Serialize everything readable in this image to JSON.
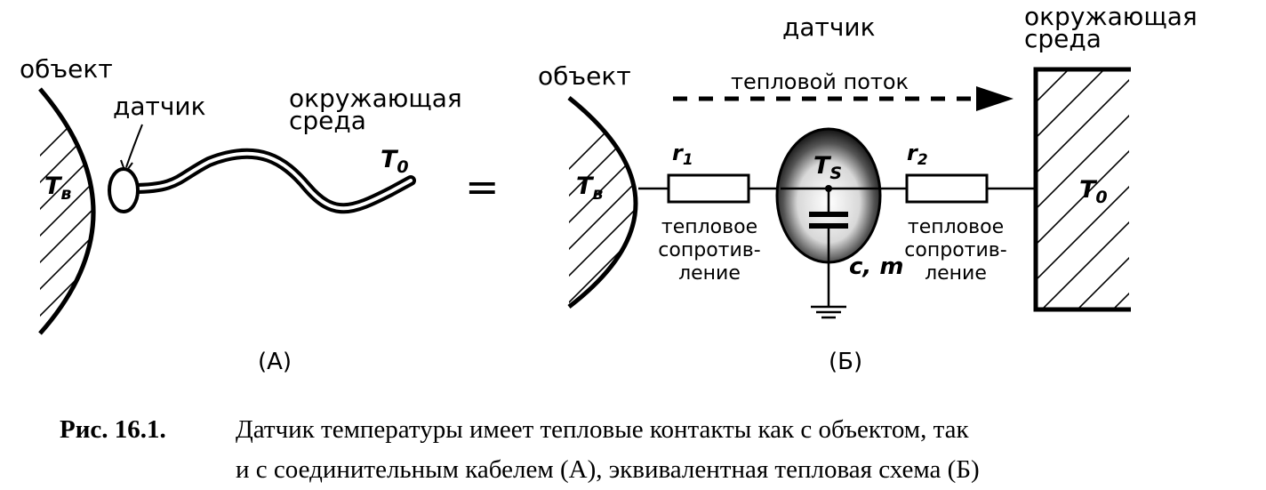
{
  "panel_a": {
    "object_label": "объект",
    "sensor_label": "датчик",
    "env_label_line1": "окружающая",
    "env_label_line2": "среда",
    "tb_base": "T",
    "tb_sub": "в",
    "t0_base": "T",
    "t0_sub": "0",
    "panel_label": "(А)"
  },
  "equals_sign": "=",
  "panel_b": {
    "sensor_label": "датчик",
    "env_label_line1": "окружающая",
    "env_label_line2": "среда",
    "object_label": "объект",
    "flow_label": "тепловой поток",
    "tb_base": "T",
    "tb_sub": "в",
    "t0_base": "T",
    "t0_sub": "0",
    "r1_base": "r",
    "r1_sub": "1",
    "r2_base": "r",
    "r2_sub": "2",
    "ts_base": "T",
    "ts_sub": "S",
    "cm_label": "c, m",
    "res_left_line1": "тепловое",
    "res_left_line2": "сопротив-",
    "res_left_line3": "ление",
    "res_right_line1": "тепловое",
    "res_right_line2": "сопротив-",
    "res_right_line3": "ление",
    "panel_label": "(Б)"
  },
  "caption": {
    "prefix": "Рис. 16.1.",
    "line1": "Датчик температуры имеет тепловые контакты как с объектом, так",
    "line2": "и с соединительным кабелем (А), эквивалентная тепловая схема (Б)"
  }
}
